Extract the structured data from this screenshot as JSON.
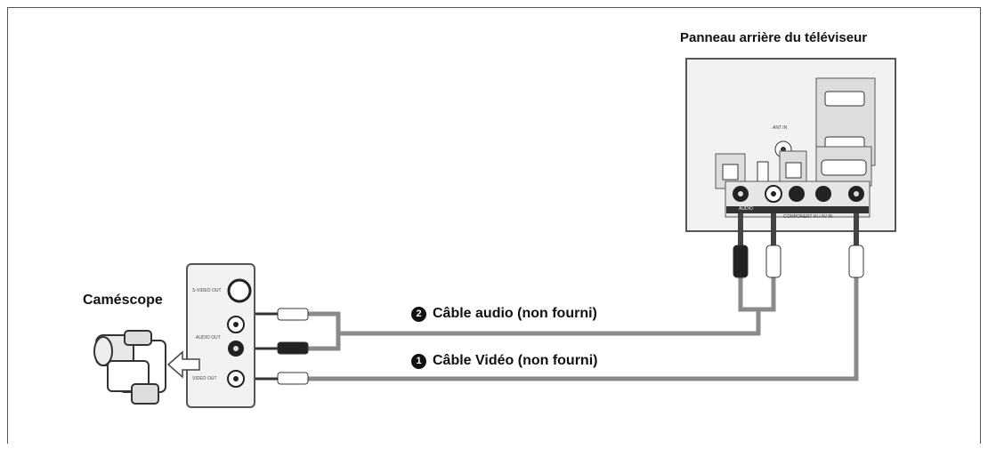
{
  "tv_panel": {
    "title": "Panneau arrière du téléviseur",
    "ant_in_label": "ANT IN",
    "audio_label": "AUDIO",
    "component_label": "COMPONENT IN / AV IN"
  },
  "camcorder": {
    "title": "Caméscope",
    "svideo_out_label": "S-VIDEO OUT",
    "audio_out_label": "AUDIO OUT",
    "video_out_label": "VIDEO OUT"
  },
  "cables": [
    {
      "number": "2",
      "label": "Câble audio (non fourni)"
    },
    {
      "number": "1",
      "label": "Câble Vidéo (non fourni)"
    }
  ],
  "colors": {
    "cable": "#8a8a8a",
    "panel_fill": "#f2f2f2",
    "panel_stroke": "#555555",
    "jack": "#222222"
  }
}
